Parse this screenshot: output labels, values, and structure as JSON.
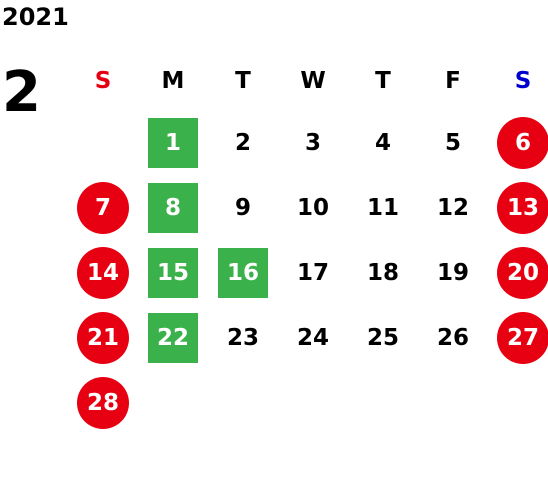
{
  "year": "2021",
  "month": "2",
  "colors": {
    "sunday_header": "#e60012",
    "saturday_header": "#0000cc",
    "weekday_header": "#000000",
    "holiday_circle": "#e60012",
    "highlight_square": "#3ab14a"
  },
  "weekdays": [
    {
      "label": "S",
      "kind": "sun"
    },
    {
      "label": "M",
      "kind": "weekday"
    },
    {
      "label": "T",
      "kind": "weekday"
    },
    {
      "label": "W",
      "kind": "weekday"
    },
    {
      "label": "T",
      "kind": "weekday"
    },
    {
      "label": "F",
      "kind": "weekday"
    },
    {
      "label": "S",
      "kind": "sat"
    }
  ],
  "weeks": [
    [
      {
        "day": "",
        "style": "empty"
      },
      {
        "day": "1",
        "style": "highlight"
      },
      {
        "day": "2",
        "style": "plain"
      },
      {
        "day": "3",
        "style": "plain"
      },
      {
        "day": "4",
        "style": "plain"
      },
      {
        "day": "5",
        "style": "plain"
      },
      {
        "day": "6",
        "style": "holiday"
      }
    ],
    [
      {
        "day": "7",
        "style": "holiday"
      },
      {
        "day": "8",
        "style": "highlight"
      },
      {
        "day": "9",
        "style": "plain"
      },
      {
        "day": "10",
        "style": "plain"
      },
      {
        "day": "11",
        "style": "plain"
      },
      {
        "day": "12",
        "style": "plain"
      },
      {
        "day": "13",
        "style": "holiday"
      }
    ],
    [
      {
        "day": "14",
        "style": "holiday"
      },
      {
        "day": "15",
        "style": "highlight"
      },
      {
        "day": "16",
        "style": "highlight"
      },
      {
        "day": "17",
        "style": "plain"
      },
      {
        "day": "18",
        "style": "plain"
      },
      {
        "day": "19",
        "style": "plain"
      },
      {
        "day": "20",
        "style": "holiday"
      }
    ],
    [
      {
        "day": "21",
        "style": "holiday"
      },
      {
        "day": "22",
        "style": "highlight"
      },
      {
        "day": "23",
        "style": "plain"
      },
      {
        "day": "24",
        "style": "plain"
      },
      {
        "day": "25",
        "style": "plain"
      },
      {
        "day": "26",
        "style": "plain"
      },
      {
        "day": "27",
        "style": "holiday"
      }
    ],
    [
      {
        "day": "28",
        "style": "holiday"
      },
      {
        "day": "",
        "style": "empty"
      },
      {
        "day": "",
        "style": "empty"
      },
      {
        "day": "",
        "style": "empty"
      },
      {
        "day": "",
        "style": "empty"
      },
      {
        "day": "",
        "style": "empty"
      },
      {
        "day": "",
        "style": "empty"
      }
    ]
  ]
}
